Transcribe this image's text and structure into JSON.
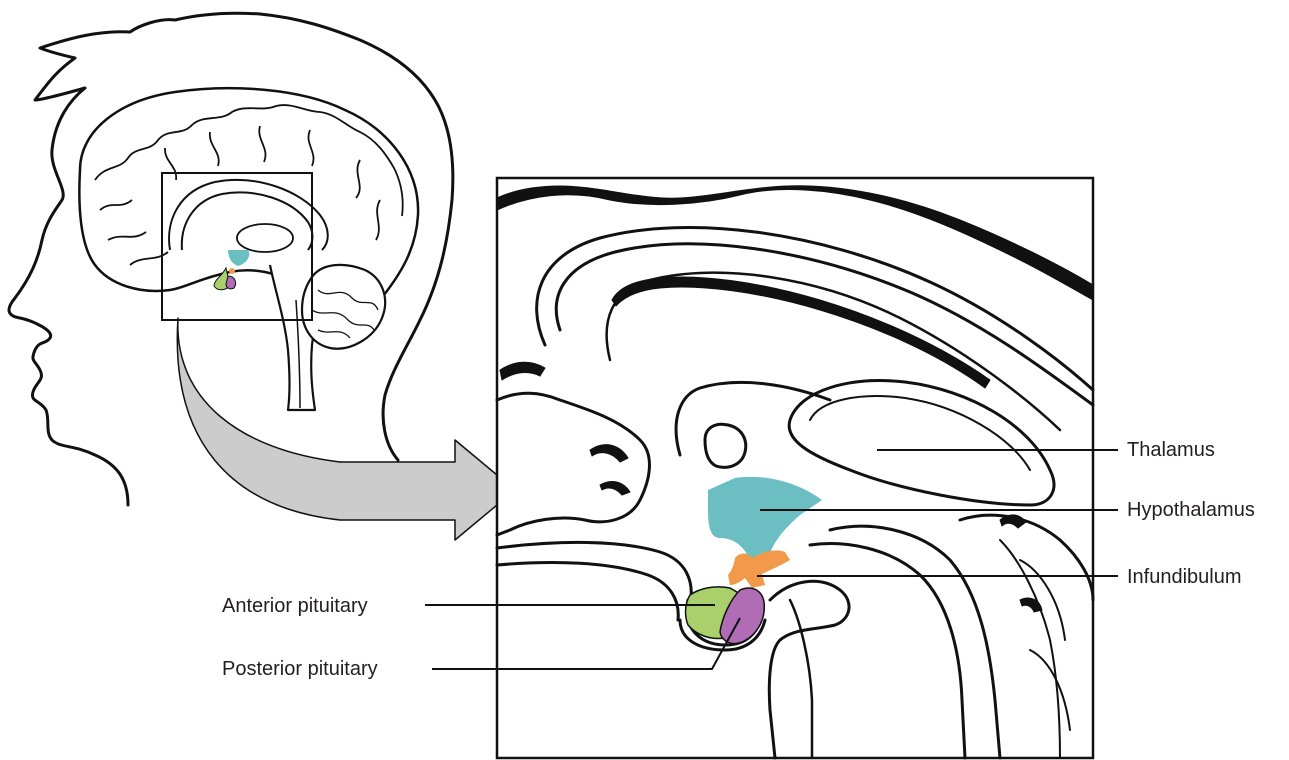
{
  "labels": {
    "thalamus": "Thalamus",
    "hypothalamus": "Hypothalamus",
    "infundibulum": "Infundibulum",
    "anterior_pituitary": "Anterior pituitary",
    "posterior_pituitary": "Posterior pituitary"
  },
  "colors": {
    "hypothalamus": "#6bbfc3",
    "infundibulum": "#f2994a",
    "anterior_pituitary": "#a9d06a",
    "posterior_pituitary": "#b06cb5",
    "outline": "#111111",
    "arrow_fill": "#cccccc"
  }
}
